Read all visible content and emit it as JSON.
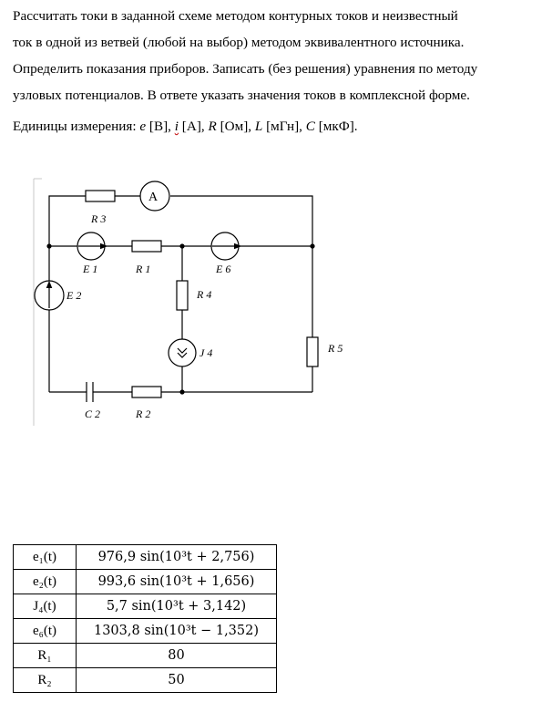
{
  "task": {
    "lines": [
      "Рассчитать токи  в заданной схеме методом контурных токов и неизвестный",
      "ток в одной из ветвей (любой на выбор) методом эквивалентного источника.",
      "Определить показания приборов. Записать (без решения) уравнения по методу",
      "узловых потенциалов. В ответе указать значения токов в комплексной форме."
    ],
    "units": {
      "prefix": "Единицы измерения: ",
      "e_sym": "e",
      "e_unit": " [В], ",
      "i_sym": "i",
      "i_unit": " [А], ",
      "r_sym": "R",
      "r_unit": " [Ом], ",
      "l_sym": "L",
      "l_unit": " [мГн], ",
      "c_sym": "C",
      "c_unit": " [мкФ]."
    }
  },
  "circuit": {
    "labels": {
      "R3": "R 3",
      "A": "A",
      "E1": "E 1",
      "R1": "R 1",
      "E6": "E 6",
      "E2": "E 2",
      "R4": "R 4",
      "J4": "J 4",
      "R5": "R 5",
      "C2": "C 2",
      "R2": "R 2"
    }
  },
  "table": {
    "rows": [
      {
        "name": "e₁(t)",
        "value": "976,9 sin(10³t + 2,756)"
      },
      {
        "name": "e₂(t)",
        "value": "993,6 sin(10³t + 1,656)"
      },
      {
        "name": "J₄(t)",
        "value": "5,7 sin(10³t + 3,142)"
      },
      {
        "name": "e₆(t)",
        "value": "1303,8 sin(10³t − 1,352)"
      },
      {
        "name": "R₁",
        "value": "80"
      },
      {
        "name": "R₂",
        "value": "50"
      }
    ]
  }
}
